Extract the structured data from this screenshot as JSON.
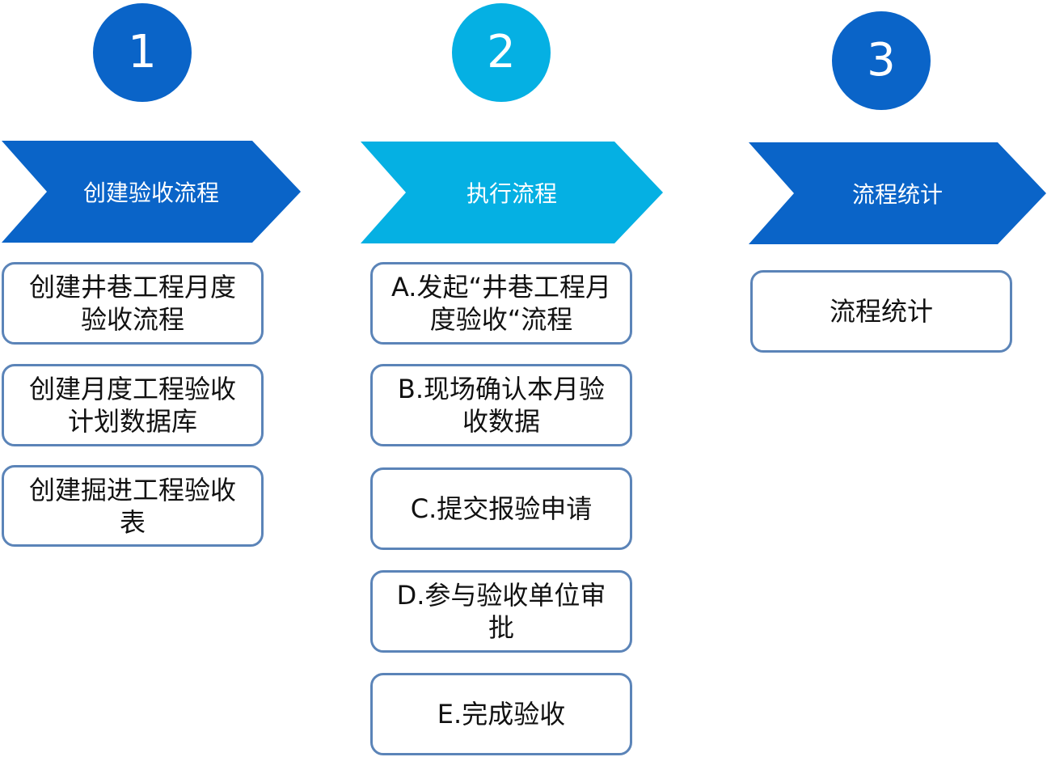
{
  "steps": [
    {
      "number": "1",
      "title": "创建验收流程",
      "color": "#0a64c8",
      "items": [
        "创建井巷工程月度验收流程",
        "创建月度工程验收计划数据库",
        "创建掘进工程验收表"
      ]
    },
    {
      "number": "2",
      "title": "执行流程",
      "color": "#05b0e3",
      "items": [
        "A.发起“井巷工程月度验收“流程",
        "B.现场确认本月验收数据",
        "C.提交报验申请",
        "D.参与验收单位审批",
        "E.完成验收"
      ]
    },
    {
      "number": "3",
      "title": "流程统计",
      "color": "#0a64c8",
      "items": [
        "流程统计"
      ]
    }
  ],
  "box_border_color": "#5b84b8"
}
